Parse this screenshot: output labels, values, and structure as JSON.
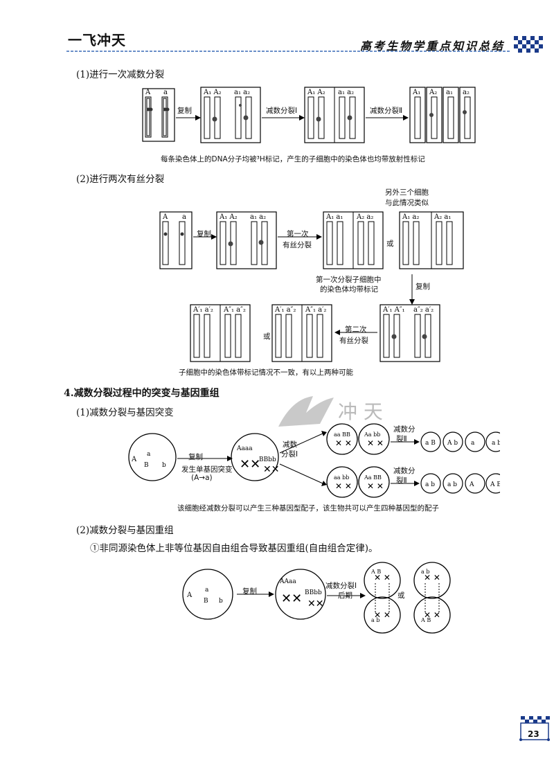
{
  "header": {
    "logo": "一飞冲天",
    "title": "高考生物学重点知识总结"
  },
  "s1": {
    "heading": "(1)进行一次减数分裂",
    "arrow1": "复制",
    "arrow2": "减数分裂Ⅰ",
    "arrow3": "减数分裂Ⅱ",
    "caption": "每条染色体上的DNA分子均被³H标记，产生的子细胞中的染色体也均带放射性标记"
  },
  "s2": {
    "heading": "(2)进行两次有丝分裂",
    "note_top_1": "另外三个细胞",
    "note_top_2": "与此情况类似",
    "arrow_copy": "复制",
    "arrow_first_1": "第一次",
    "arrow_first_2": "有丝分裂",
    "or1": "或",
    "mid_note_1": "第一次分裂子细胞中",
    "mid_note_2": "的染色体均带标记",
    "arrow_copy2": "复制",
    "arrow_second_1": "第二次",
    "arrow_second_2": "有丝分裂",
    "or2": "或",
    "caption": "子细胞中的染色体带标记情况不一致，有以上两种可能"
  },
  "s4": {
    "heading": "4.减数分裂过程中的突变与基因重组",
    "sub1": "(1)减数分裂与基因突变",
    "copy": "复制",
    "mut_1": "发生单基因突变",
    "mut_2": "(A→a)",
    "m1_1": "减数",
    "m1_2": "分裂Ⅰ",
    "m2a_1": "减数分",
    "m2a_2": "裂Ⅱ",
    "m2b_1": "减数分",
    "m2b_2": "裂Ⅱ",
    "caption": "该细胞经减数分裂可以产生三种基因型配子，该生物共可以产生四种基因型的配子",
    "sub2": "(2)减数分裂与基因重组",
    "point1": "①非同源染色体上非等位基因自由组合导致基因重组(自由组合定律)。",
    "copy2": "复制",
    "late_1": "减数分裂Ⅰ",
    "late_2": "后期",
    "or": "或"
  },
  "page_number": "23"
}
